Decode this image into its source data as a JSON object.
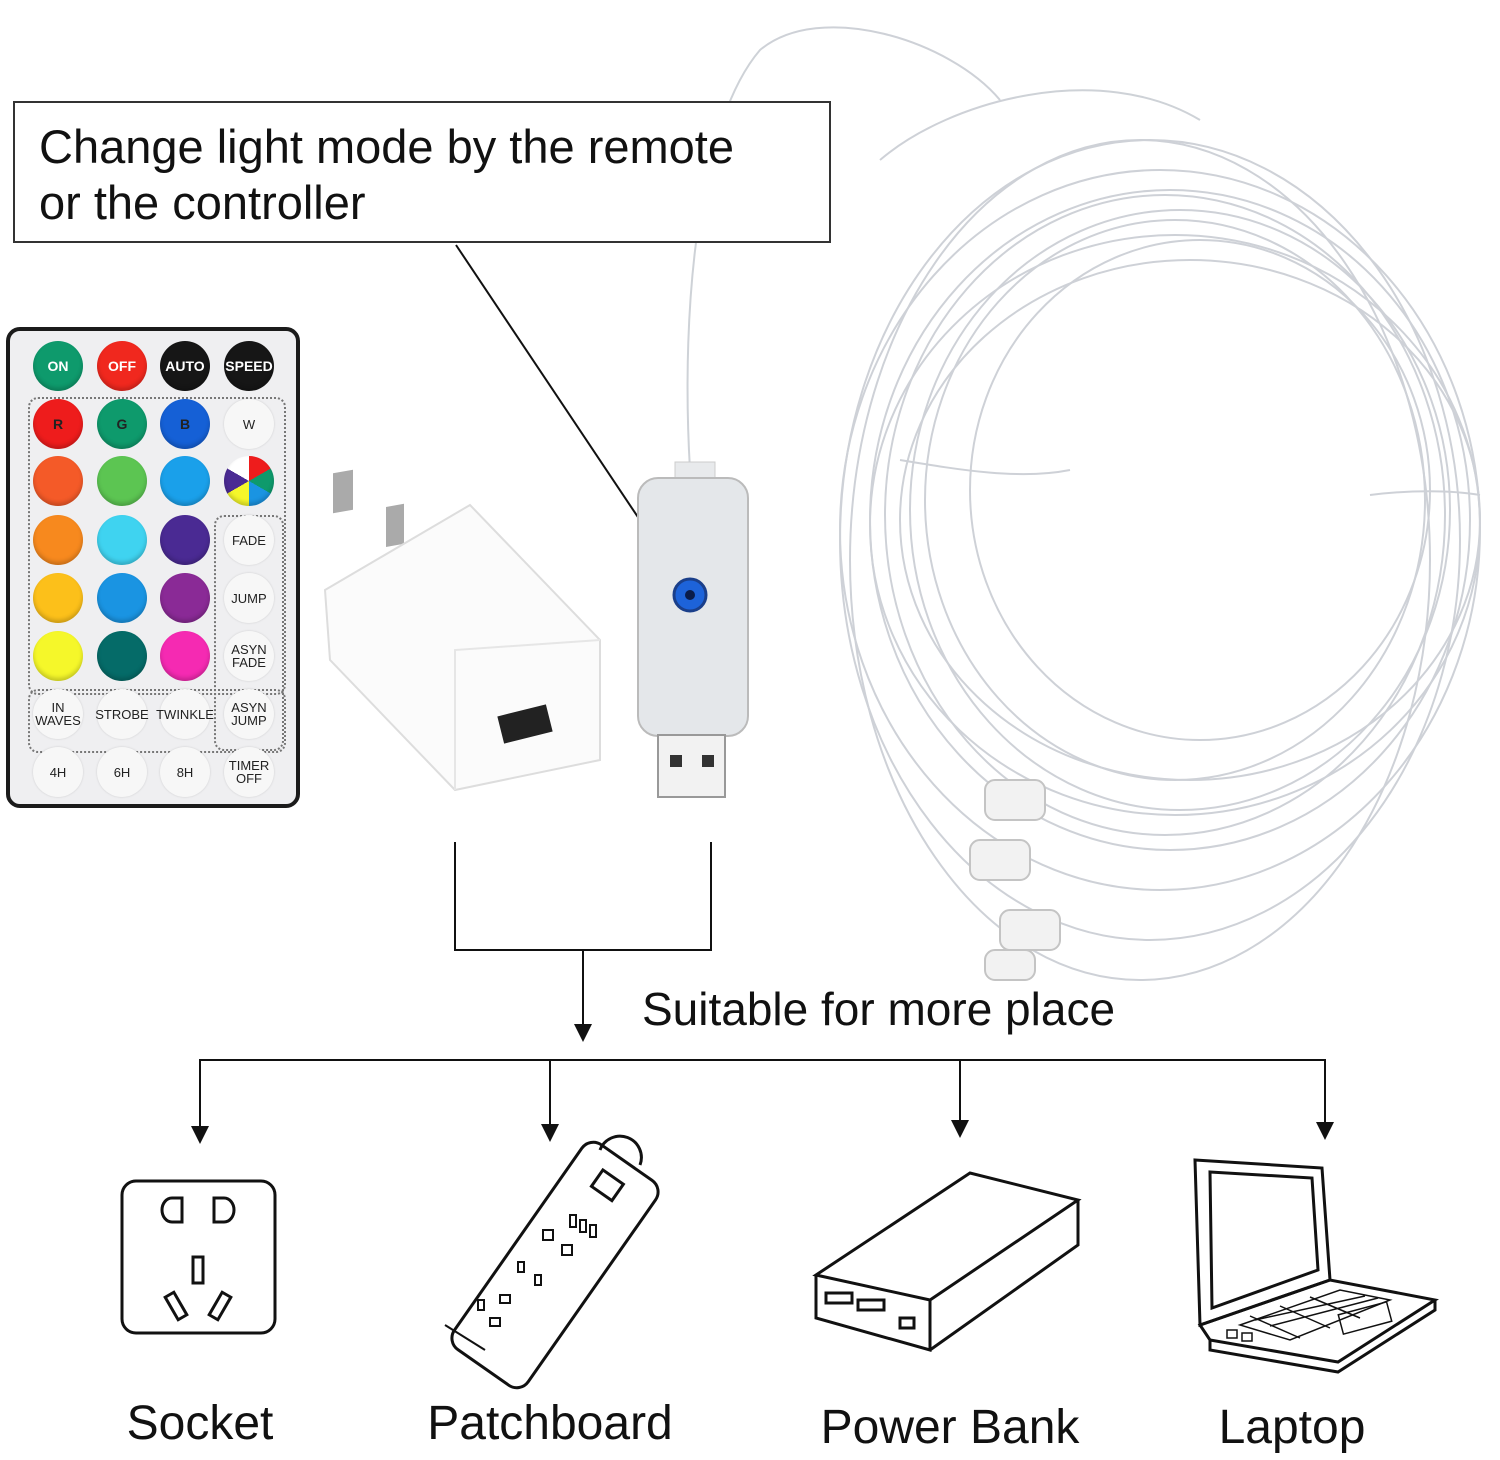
{
  "callout": {
    "text": "Change light mode by the remote\nor the controller"
  },
  "remote": {
    "buttons": [
      {
        "label": "ON",
        "color": "#0e9a6c"
      },
      {
        "label": "OFF",
        "color": "#f0281e"
      },
      {
        "label": "AUTO",
        "color": "#161616"
      },
      {
        "label": "SPEED",
        "color": "#161616"
      },
      {
        "label": "R",
        "color": "#ee1c1c"
      },
      {
        "label": "G",
        "color": "#0e9a6c"
      },
      {
        "label": "B",
        "color": "#1560d6"
      },
      {
        "label": "W",
        "color": ""
      },
      {
        "label": "",
        "color": "#f45a28"
      },
      {
        "label": "",
        "color": "#5cc552"
      },
      {
        "label": "",
        "color": "#1aa0ea"
      },
      {
        "label": "",
        "color": "wheel"
      },
      {
        "label": "",
        "color": "#f7891e"
      },
      {
        "label": "",
        "color": "#3fd3f0"
      },
      {
        "label": "",
        "color": "#4a2a93"
      },
      {
        "label": "FADE",
        "color": ""
      },
      {
        "label": "",
        "color": "#fcc01a"
      },
      {
        "label": "",
        "color": "#1a94e2"
      },
      {
        "label": "",
        "color": "#8a2a96"
      },
      {
        "label": "JUMP",
        "color": ""
      },
      {
        "label": "",
        "color": "#f5f72a"
      },
      {
        "label": "",
        "color": "#056b68"
      },
      {
        "label": "",
        "color": "#f52ab2"
      },
      {
        "label": "ASYN FADE",
        "color": ""
      },
      {
        "label": "IN WAVES",
        "color": ""
      },
      {
        "label": "STROBE",
        "color": ""
      },
      {
        "label": "TWINKLE",
        "color": ""
      },
      {
        "label": "ASYN JUMP",
        "color": ""
      },
      {
        "label": "4H",
        "color": ""
      },
      {
        "label": "6H",
        "color": ""
      },
      {
        "label": "8H",
        "color": ""
      },
      {
        "label": "TIMER OFF",
        "color": ""
      }
    ]
  },
  "suitable_heading": "Suitable for more place",
  "devices": [
    {
      "label": "Socket",
      "icon": "socket-icon"
    },
    {
      "label": "Patchboard",
      "icon": "power-strip-icon"
    },
    {
      "label": "Power Bank",
      "icon": "power-bank-icon"
    },
    {
      "label": "Laptop",
      "icon": "laptop-icon"
    }
  ]
}
